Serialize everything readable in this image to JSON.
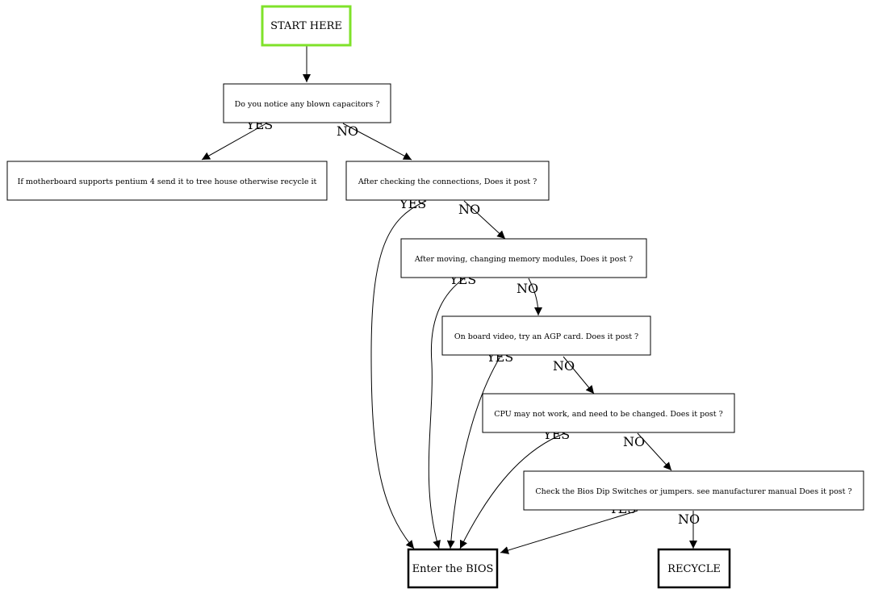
{
  "nodes": {
    "start": "START HERE",
    "q_capacitors": "Do you notice any blown capacitors ?",
    "pentium": "If motherboard supports pentium 4 send it to tree house otherwise recycle it",
    "q_connections": "After checking the connections, Does it post ?",
    "q_memory": "After moving, changing memory modules, Does it post ?",
    "q_video": "On board video, try an AGP card. Does it post ?",
    "q_cpu": "CPU may not work, and need to be changed. Does it post ?",
    "q_bios_switch": "Check the Bios Dip Switches or jumpers. see manufacturer manual Does it post ?",
    "enter_bios": "Enter the BIOS",
    "recycle": "RECYCLE"
  },
  "edge_labels": {
    "capacitors_yes": "YES",
    "capacitors_no": "NO",
    "connections_yes": "YES",
    "connections_no": "NO",
    "memory_yes": "YES",
    "memory_no": "NO",
    "video_yes": "YES",
    "video_no": "NO",
    "cpu_yes": "YES",
    "cpu_no": "NO",
    "bios_switch_yes": "YES",
    "bios_switch_no": "NO"
  },
  "colors": {
    "start_border": "#7fe22a",
    "line": "#000000"
  }
}
